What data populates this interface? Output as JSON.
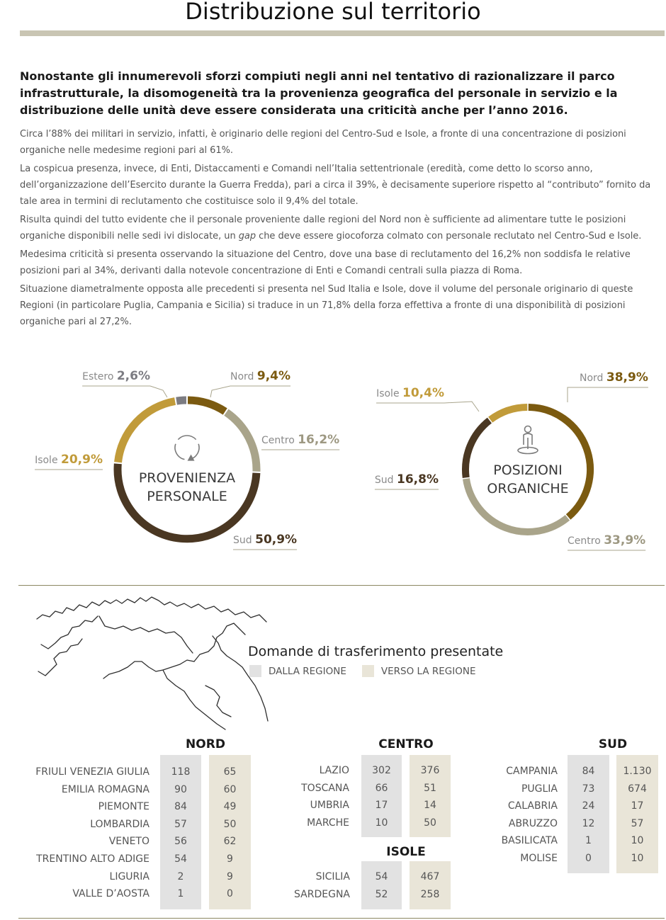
{
  "page": {
    "title": "Distribuzione sul territorio",
    "lead": "Nonostante gli innumerevoli sforzi compiuti negli anni nel tentativo di razionalizzare il parco infrastrutturale, la disomogeneità tra la provenienza geografica del personale in servizio e la distribuzione delle unità deve essere considerata una criticità anche per l’anno 2016.",
    "paragraphs": [
      "Circa l’88% dei militari in servizio, infatti, è originario delle regioni del Centro-Sud e Isole, a fronte di una concentrazione di posizioni organiche nelle medesime regioni pari al 61%.",
      "La cospicua presenza, invece, di Enti, Distaccamenti e Comandi nell’Italia settentrionale (eredità, come detto lo scorso anno, dell’organizzazione dell’Esercito durante la Guerra Fredda), pari a circa il 39%, è decisamente superiore rispetto al “contributo” fornito da tale area in termini di reclutamento che costituisce solo il 9,4% del totale.",
      "Medesima criticità si presenta osservando la situazione del Centro, dove una base di reclutamento del 16,2% non soddisfa le relative posizioni pari al 34%, derivanti dalla notevole concentrazione di Enti e Comandi centrali sulla piazza di Roma.",
      "Situazione diametralmente opposta alle precedenti si presenta nel Sud Italia e Isole, dove il volume del personale originario di queste Regioni (in particolare Puglia, Campania e Sicilia) si traduce in un 71,8% della forza effettiva a fronte di una disponibilità di posizioni organiche pari al 27,2%."
    ],
    "paragraph_gap": {
      "before": "Risulta quindi del tutto evidente che il personale proveniente dalle regioni del Nord non è sufficiente ad alimentare tutte le posizioni organiche disponibili nelle sedi ivi dislocate, un ",
      "word": "gap",
      "after": " che deve essere giocoforza colmato con personale reclutato nel Centro-Sud e Isole."
    }
  },
  "colors": {
    "nord": "#7b5a10",
    "centro": "#a9a48a",
    "sud": "#4a3722",
    "isole": "#c19b3a",
    "estero": "#7c7c82",
    "label_gray": "#8a8a8a",
    "leader": "#7b5a10"
  },
  "chart_data": [
    {
      "type": "pie",
      "title_lines": [
        "PROVENIENZA",
        "PERSONALE"
      ],
      "icon": "recycle-arrows-icon",
      "slices": [
        {
          "key": "nord",
          "label": "Nord",
          "value": 9.4,
          "value_label": "9,4%"
        },
        {
          "key": "centro",
          "label": "Centro",
          "value": 16.2,
          "value_label": "16,2%"
        },
        {
          "key": "sud",
          "label": "Sud",
          "value": 50.9,
          "value_label": "50,9%"
        },
        {
          "key": "isole",
          "label": "Isole",
          "value": 20.9,
          "value_label": "20,9%"
        },
        {
          "key": "estero",
          "label": "Estero",
          "value": 2.6,
          "value_label": "2,6%"
        }
      ]
    },
    {
      "type": "pie",
      "title_lines": [
        "POSIZIONI",
        "ORGANICHE"
      ],
      "icon": "person-icon",
      "slices": [
        {
          "key": "nord",
          "label": "Nord",
          "value": 38.9,
          "value_label": "38,9%"
        },
        {
          "key": "centro",
          "label": "Centro",
          "value": 33.9,
          "value_label": "33,9%"
        },
        {
          "key": "sud",
          "label": "Sud",
          "value": 16.8,
          "value_label": "16,8%"
        },
        {
          "key": "isole",
          "label": "Isole",
          "value": 10.4,
          "value_label": "10,4%"
        }
      ]
    }
  ],
  "transfers": {
    "title": "Domande di trasferimento presentate",
    "legend": {
      "dalla": "DALLA REGIONE",
      "verso": "VERSO LA REGIONE"
    },
    "groups": {
      "nord": {
        "title": "NORD",
        "rows": [
          {
            "region": "FRIULI VENEZIA GIULIA",
            "dalla": "118",
            "verso": "65"
          },
          {
            "region": "EMILIA ROMAGNA",
            "dalla": "90",
            "verso": "60"
          },
          {
            "region": "PIEMONTE",
            "dalla": "84",
            "verso": "49"
          },
          {
            "region": "LOMBARDIA",
            "dalla": "57",
            "verso": "50"
          },
          {
            "region": "VENETO",
            "dalla": "56",
            "verso": "62"
          },
          {
            "region": "TRENTINO ALTO ADIGE",
            "dalla": "54",
            "verso": "9"
          },
          {
            "region": "LIGURIA",
            "dalla": "2",
            "verso": "9"
          },
          {
            "region": "VALLE D’AOSTA",
            "dalla": "1",
            "verso": "0"
          }
        ]
      },
      "centro": {
        "title": "CENTRO",
        "rows": [
          {
            "region": "LAZIO",
            "dalla": "302",
            "verso": "376"
          },
          {
            "region": "TOSCANA",
            "dalla": "66",
            "verso": "51"
          },
          {
            "region": "UMBRIA",
            "dalla": "17",
            "verso": "14"
          },
          {
            "region": "MARCHE",
            "dalla": "10",
            "verso": "50"
          }
        ]
      },
      "isole": {
        "title": "ISOLE",
        "rows": [
          {
            "region": "SICILIA",
            "dalla": "54",
            "verso": "467"
          },
          {
            "region": "SARDEGNA",
            "dalla": "52",
            "verso": "258"
          }
        ]
      },
      "sud": {
        "title": "SUD",
        "rows": [
          {
            "region": "CAMPANIA",
            "dalla": "84",
            "verso": "1.130"
          },
          {
            "region": "PUGLIA",
            "dalla": "73",
            "verso": "674"
          },
          {
            "region": "CALABRIA",
            "dalla": "24",
            "verso": "17"
          },
          {
            "region": "ABRUZZO",
            "dalla": "12",
            "verso": "57"
          },
          {
            "region": "BASILICATA",
            "dalla": "1",
            "verso": "10"
          },
          {
            "region": "MOLISE",
            "dalla": "0",
            "verso": "10"
          }
        ]
      }
    }
  }
}
